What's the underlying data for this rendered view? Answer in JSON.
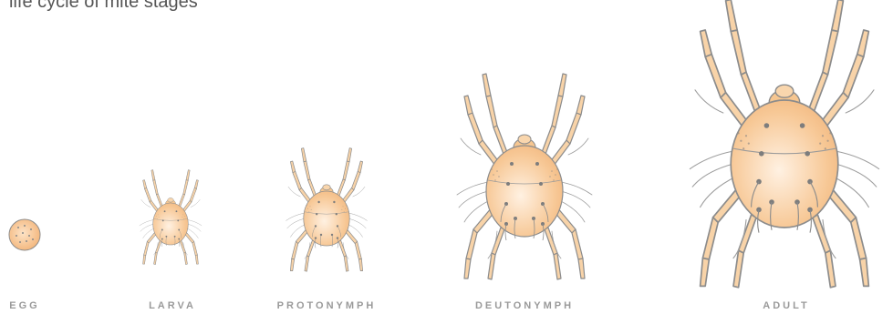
{
  "caption": "life cycle of mite stages",
  "stages": [
    {
      "id": "egg",
      "label": "EGG"
    },
    {
      "id": "larva",
      "label": "LARVA"
    },
    {
      "id": "protonymph",
      "label": "PROTONYMPH"
    },
    {
      "id": "deutonymph",
      "label": "DEUTONYMPH"
    },
    {
      "id": "adult",
      "label": "ADULT"
    }
  ],
  "colors": {
    "body_fill": "#f7c896",
    "body_highlight": "#fde9d3",
    "stroke": "#8c8c8c",
    "hair": "#9e9e9e",
    "dot": "#7d7d7d",
    "label": "#9a9a9a"
  }
}
